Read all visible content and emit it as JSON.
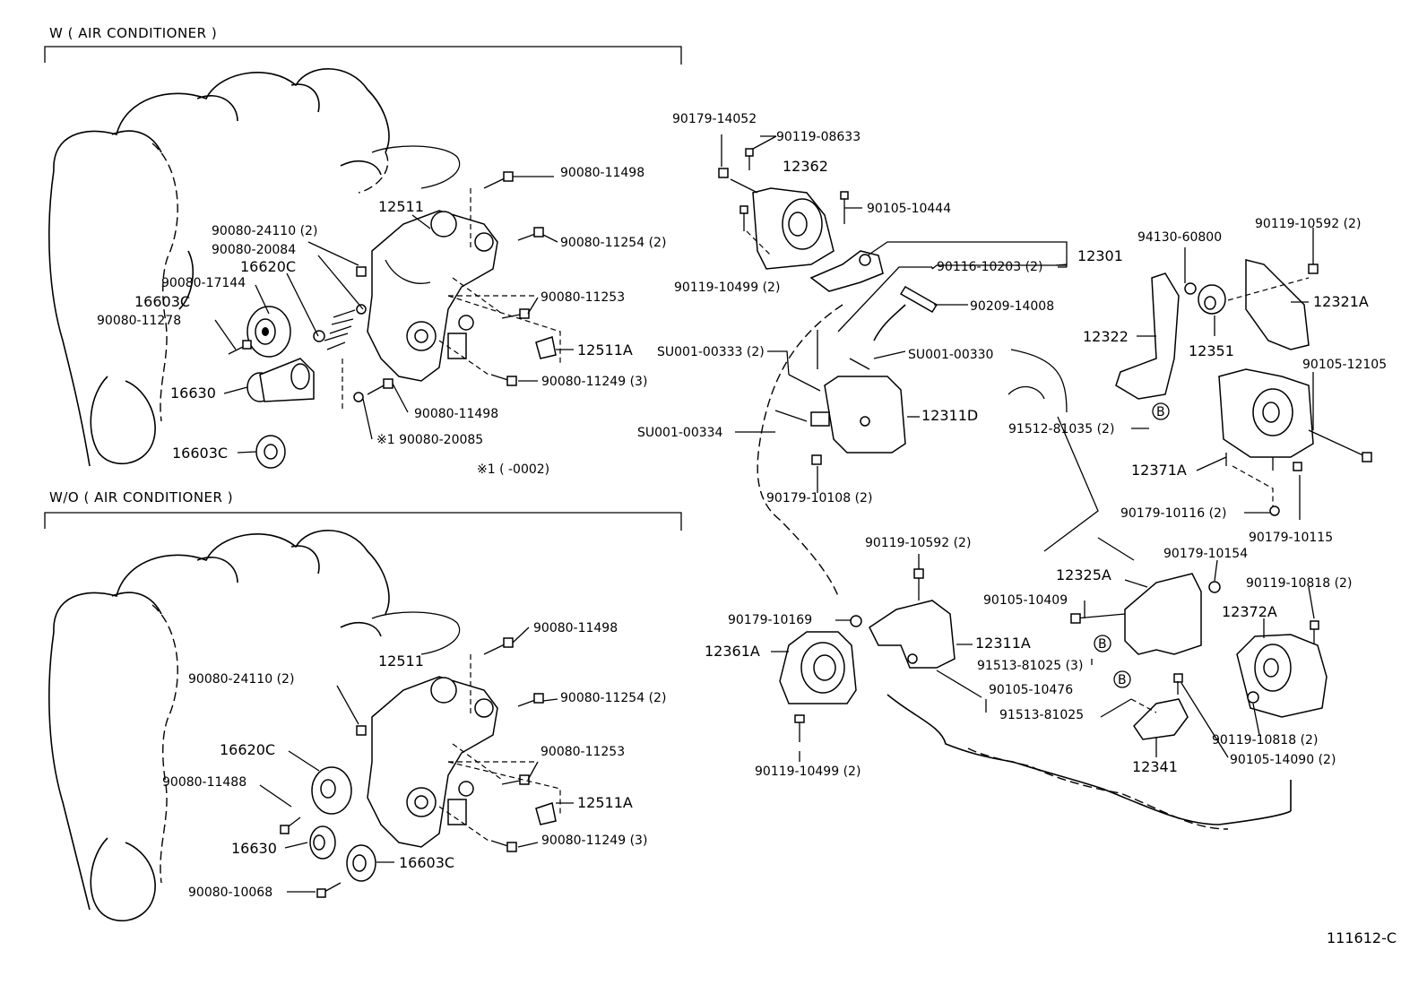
{
  "sections": {
    "with_ac": "W ( AIR CONDITIONER )",
    "without_ac": "W/O ( AIR CONDITIONER )"
  },
  "figure_code": "111612-C",
  "footnote": "※1 (        -0002)",
  "ref_marker": "B",
  "labels_with_ac": {
    "p90080_11498_a": "90080-11498",
    "p12511": "12511",
    "p90080_24110": "90080-24110 (2)",
    "p90080_20084": "90080-20084",
    "p90080_11254": "90080-11254 (2)",
    "p16620c": "16620C",
    "p90080_17144": "90080-17144",
    "p16603c_a": "16603C",
    "p90080_11278": "90080-11278",
    "p90080_11253": "90080-11253",
    "p12511a": "12511A",
    "p90080_11249": "90080-11249 (3)",
    "p16630": "16630",
    "p90080_11498_b": "90080-11498",
    "p90080_20085": "※1  90080-20085",
    "p16603c_b": "16603C"
  },
  "labels_without_ac": {
    "p90080_11498": "90080-11498",
    "p12511": "12511",
    "p90080_24110": "90080-24110 (2)",
    "p90080_11254": "90080-11254 (2)",
    "p16620c": "16620C",
    "p90080_11253": "90080-11253",
    "p90080_11488": "90080-11488",
    "p12511a": "12511A",
    "p90080_11249": "90080-11249 (3)",
    "p16630": "16630",
    "p16603c": "16603C",
    "p90080_10068": "90080-10068"
  },
  "labels_mounts": {
    "p90179_14052": "90179-14052",
    "p90119_08633": "90119-08633",
    "p12362": "12362",
    "p90105_10444": "90105-10444",
    "p12301": "12301",
    "p90116_10203": "90116-10203 (2)",
    "p90209_14008": "90209-14008",
    "p90119_10499_a": "90119-10499 (2)",
    "p94130_60800": "94130-60800",
    "p90119_10592_a": "90119-10592 (2)",
    "p12321a": "12321A",
    "p12322": "12322",
    "p12351": "12351",
    "pSU001_00333": "SU001-00333 (2)",
    "pSU001_00330": "SU001-00330",
    "pSU001_00334": "SU001-00334",
    "p12311d": "12311D",
    "p91512_81035": "91512-81035 (2)",
    "p90105_12105": "90105-12105",
    "p12371a": "12371A",
    "p90179_10108": "90179-10108 (2)",
    "p90179_10116": "90179-10116 (2)",
    "p90179_10115": "90179-10115",
    "p90119_10592_b": "90119-10592 (2)",
    "p90179_10154": "90179-10154",
    "p12325a": "12325A",
    "p90119_10818_a": "90119-10818 (2)",
    "p90179_10169": "90179-10169",
    "p90105_10409": "90105-10409",
    "p12372a": "12372A",
    "p12361a": "12361A",
    "p12311a": "12311A",
    "p91513_81025_a": "91513-81025 (3)",
    "p90105_10476": "90105-10476",
    "p91513_81025_b": "91513-81025",
    "p90119_10818_b": "90119-10818 (2)",
    "p12341": "12341",
    "p90105_14090": "90105-14090 (2)",
    "p90119_10499_b": "90119-10499 (2)"
  }
}
